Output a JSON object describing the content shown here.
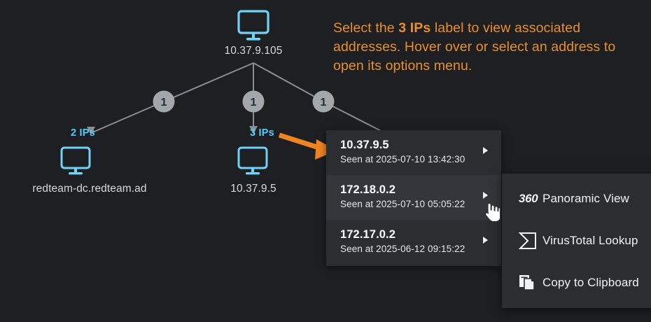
{
  "colors": {
    "background": "#1e1f22",
    "node_accent": "#5bc8f5",
    "callout_accent": "#e8902f",
    "panel_bg": "#2b2d31",
    "panel_row_hover": "#34363b",
    "edge": "#8a8d91",
    "badge_fill": "#a3a6aa"
  },
  "callout": {
    "text_before": "Select the ",
    "emphasis": "3 IPs",
    "text_after": " label to view associated addresses. Hover over or select an address to open its options menu."
  },
  "graph": {
    "root": {
      "label": "10.37.9.105",
      "icon": "monitor-icon"
    },
    "edge_badges": [
      {
        "value": "1"
      },
      {
        "value": "1"
      },
      {
        "value": "1"
      }
    ],
    "children": [
      {
        "label": "redteam-dc.redteam.ad",
        "ip_count": "2 IPs",
        "icon": "monitor-icon"
      },
      {
        "label": "10.37.9.5",
        "ip_count": "3 IPs",
        "icon": "monitor-icon"
      }
    ]
  },
  "ip_panel": {
    "rows": [
      {
        "address": "10.37.9.5",
        "seen": "Seen at 2025-07-10 13:42:30",
        "hovered": false
      },
      {
        "address": "172.18.0.2",
        "seen": "Seen at 2025-07-10 05:05:22",
        "hovered": true
      },
      {
        "address": "172.17.0.2",
        "seen": "Seen at 2025-06-12 09:15:22",
        "hovered": false
      }
    ]
  },
  "context_menu": {
    "items": [
      {
        "label": "Panoramic View",
        "icon": "360-icon"
      },
      {
        "label": "VirusTotal Lookup",
        "icon": "virustotal-sigma-icon"
      },
      {
        "label": "Copy to Clipboard",
        "icon": "copy-icon"
      }
    ],
    "badge_360": "360"
  }
}
